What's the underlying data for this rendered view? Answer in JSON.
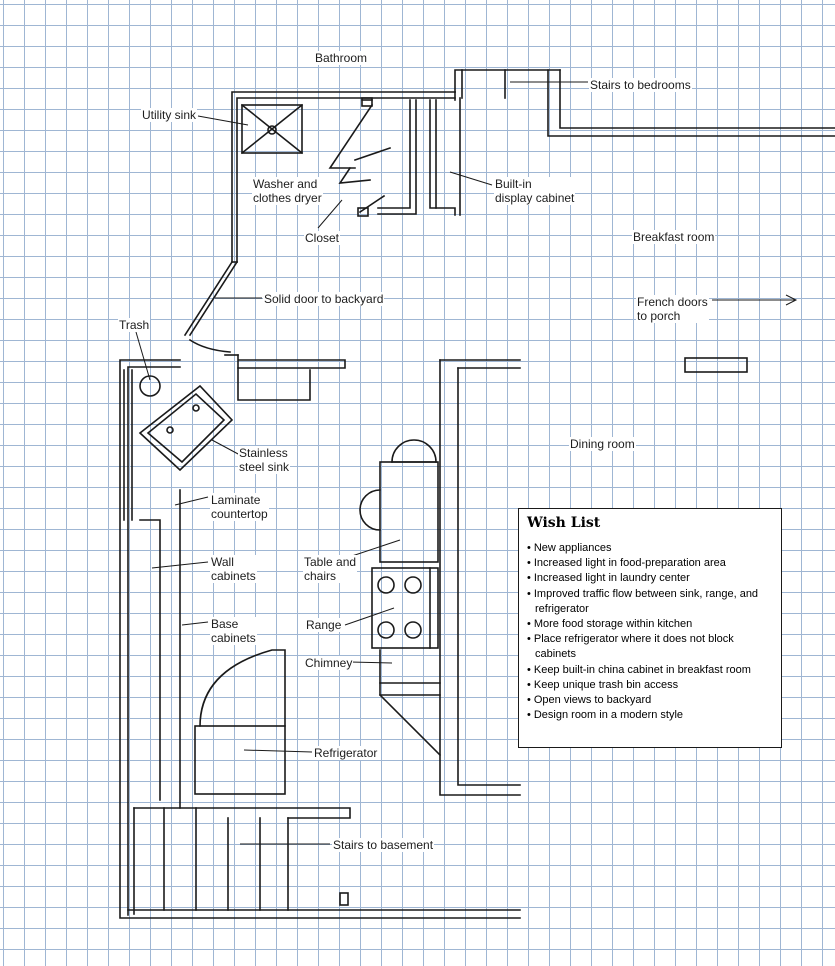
{
  "labels": {
    "bathroom": "Bathroom",
    "stairs_bedrooms": "Stairs to bedrooms",
    "utility_sink": "Utility sink",
    "washer_dryer": "Washer and\nclothes dryer",
    "builtin_display": "Built-in\ndisplay cabinet",
    "closet": "Closet",
    "breakfast_room": "Breakfast room",
    "solid_door": "Solid door to backyard",
    "french_doors": "French doors\nto porch",
    "trash": "Trash",
    "stainless_sink": "Stainless\nsteel sink",
    "dining_room": "Dining room",
    "laminate": "Laminate\ncountertop",
    "wall_cabinets": "Wall\ncabinets",
    "table_chairs": "Table and\nchairs",
    "base_cabinets": "Base\ncabinets",
    "range": "Range",
    "chimney": "Chimney",
    "refrigerator": "Refrigerator",
    "stairs_basement": "Stairs to basement"
  },
  "wish_list": {
    "title": "Wish List",
    "items": [
      "New appliances",
      "Increased light in food-preparation area",
      "Increased light in laundry center",
      "Improved traffic flow between sink, range, and refrigerator",
      "More food storage within kitchen",
      "Place refrigerator where it does not block cabinets",
      "Keep built-in china cabinet in breakfast room",
      "Keep unique trash bin access",
      "Open views to backyard",
      "Design room in a modern style"
    ]
  }
}
